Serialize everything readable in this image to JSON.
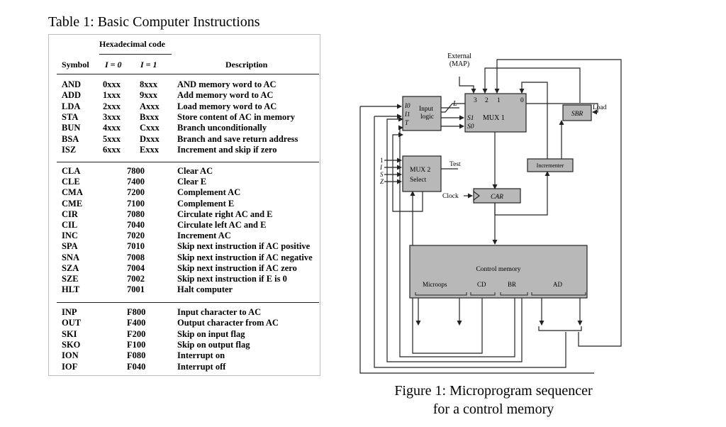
{
  "table": {
    "title": "Table 1: Basic Computer Instructions",
    "header": {
      "group": "Hexadecimal code",
      "symbol": "Symbol",
      "i0": "I = 0",
      "i1": "I = 1",
      "description": "Description"
    },
    "memory_ref": [
      {
        "symbol": "AND",
        "i0": "0xxx",
        "i1": "8xxx",
        "description": "AND memory word to AC"
      },
      {
        "symbol": "ADD",
        "i0": "1xxx",
        "i1": "9xxx",
        "description": "Add memory word to AC"
      },
      {
        "symbol": "LDA",
        "i0": "2xxx",
        "i1": "Axxx",
        "description": "Load memory word to AC"
      },
      {
        "symbol": "STA",
        "i0": "3xxx",
        "i1": "Bxxx",
        "description": "Store content of AC in memory"
      },
      {
        "symbol": "BUN",
        "i0": "4xxx",
        "i1": "Cxxx",
        "description": "Branch unconditionally"
      },
      {
        "symbol": "BSA",
        "i0": "5xxx",
        "i1": "Dxxx",
        "description": "Branch and save return address"
      },
      {
        "symbol": "ISZ",
        "i0": "6xxx",
        "i1": "Exxx",
        "description": "Increment and skip if zero"
      }
    ],
    "register_ref": [
      {
        "symbol": "CLA",
        "code": "7800",
        "description": "Clear AC"
      },
      {
        "symbol": "CLE",
        "code": "7400",
        "description": "Clear E"
      },
      {
        "symbol": "CMA",
        "code": "7200",
        "description": "Complement AC"
      },
      {
        "symbol": "CME",
        "code": "7100",
        "description": "Complement E"
      },
      {
        "symbol": "CIR",
        "code": "7080",
        "description": "Circulate right AC and E"
      },
      {
        "symbol": "CIL",
        "code": "7040",
        "description": "Circulate left AC and E"
      },
      {
        "symbol": "INC",
        "code": "7020",
        "description": "Increment AC"
      },
      {
        "symbol": "SPA",
        "code": "7010",
        "description": "Skip next instruction if AC positive"
      },
      {
        "symbol": "SNA",
        "code": "7008",
        "description": "Skip next instruction if AC negative"
      },
      {
        "symbol": "SZA",
        "code": "7004",
        "description": "Skip next instruction if AC zero"
      },
      {
        "symbol": "SZE",
        "code": "7002",
        "description": "Skip next instruction if E is 0"
      },
      {
        "symbol": "HLT",
        "code": "7001",
        "description": "Halt computer"
      }
    ],
    "io": [
      {
        "symbol": "INP",
        "code": "F800",
        "description": "Input character to AC"
      },
      {
        "symbol": "OUT",
        "code": "F400",
        "description": "Output character from AC"
      },
      {
        "symbol": "SKI",
        "code": "F200",
        "description": "Skip on input flag"
      },
      {
        "symbol": "SKO",
        "code": "F100",
        "description": "Skip on output flag"
      },
      {
        "symbol": "ION",
        "code": "F080",
        "description": "Interrupt on"
      },
      {
        "symbol": "IOF",
        "code": "F040",
        "description": "Interrupt off"
      }
    ]
  },
  "figure": {
    "caption_line1": "Figure 1: Microprogram sequencer",
    "caption_line2": "for a control memory",
    "labels": {
      "external": "External",
      "map": "(MAP)",
      "input_i0": "I0",
      "input_i1": "I1",
      "input_t": "T",
      "input_logic_1": "Input",
      "input_logic_2": "logic",
      "l": "L",
      "mux1_in3": "3",
      "mux1_in2": "2",
      "mux1_in1": "1",
      "mux1_in0": "0",
      "s1": "S1",
      "s0": "S0",
      "mux1": "MUX 1",
      "sbr": "SBR",
      "load": "Load",
      "incrementer": "Incrementer",
      "mux2_in_1": "1",
      "mux2_in_i": "I",
      "mux2_in_s": "S",
      "mux2_in_z": "Z",
      "mux2": "MUX 2",
      "select": "Select",
      "test": "Test",
      "clock": "Clock",
      "car": "CAR",
      "control_memory": "Control memory",
      "microops": "Microops",
      "cd": "CD",
      "br": "BR",
      "ad": "AD"
    }
  }
}
